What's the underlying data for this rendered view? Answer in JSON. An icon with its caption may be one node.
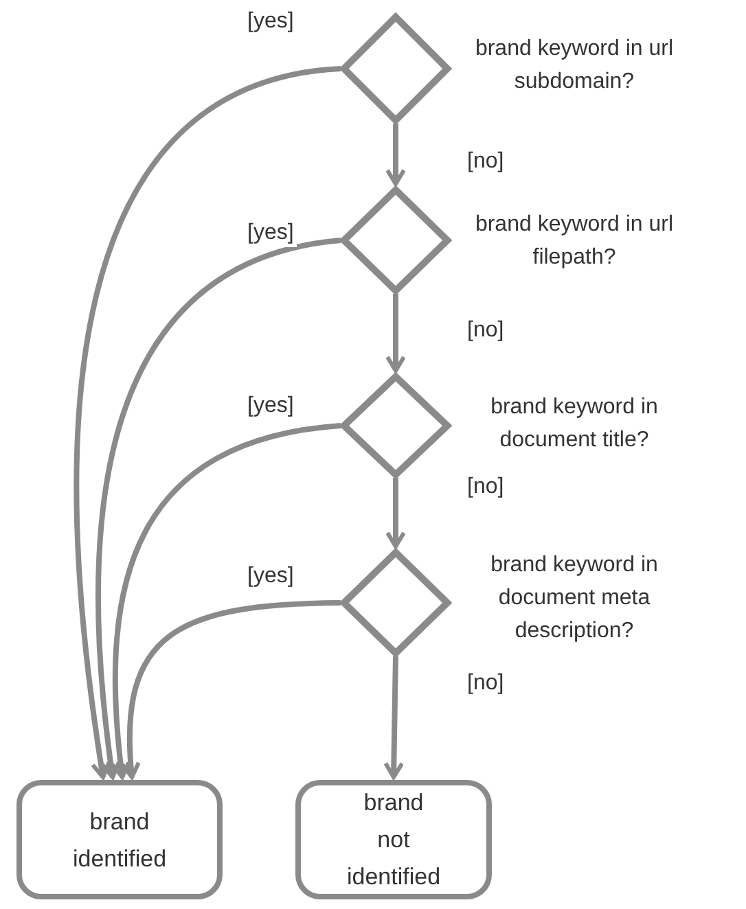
{
  "diagram": {
    "nodes": [
      {
        "text": [],
        "shape": "diamond",
        "beside": [
          "brand keyword in url subdomain?"
        ]
      },
      {
        "text": [],
        "shape": "diamond",
        "beside": [
          "brand keyword in url filepath?"
        ]
      },
      {
        "text": [],
        "shape": "diamond",
        "beside": [
          "brand keyword in document title?"
        ]
      },
      {
        "text": [],
        "shape": "diamond",
        "beside": [
          "brand keyword in document meta description?"
        ]
      },
      {
        "text": [
          "brand identified"
        ]
      },
      {
        "text": [
          "brand not identified"
        ]
      }
    ],
    "edges": [
      {
        "from": 0,
        "to": 4,
        "arrow": "to",
        "label": "[yes]"
      },
      {
        "from": 0,
        "to": 1,
        "arrow": "to",
        "label": "[no]"
      },
      {
        "from": 1,
        "to": 4,
        "arrow": "to",
        "label": "[yes]"
      },
      {
        "from": 1,
        "to": 2,
        "arrow": "to",
        "label": "[no]"
      },
      {
        "from": 2,
        "to": 4,
        "arrow": "to",
        "label": "[yes]"
      },
      {
        "from": 2,
        "to": 3,
        "arrow": "to",
        "label": "[no]"
      },
      {
        "from": 3,
        "to": 4,
        "arrow": "to",
        "label": "[yes]"
      },
      {
        "from": 3,
        "to": 5,
        "arrow": "to",
        "label": "[no]"
      }
    ]
  }
}
